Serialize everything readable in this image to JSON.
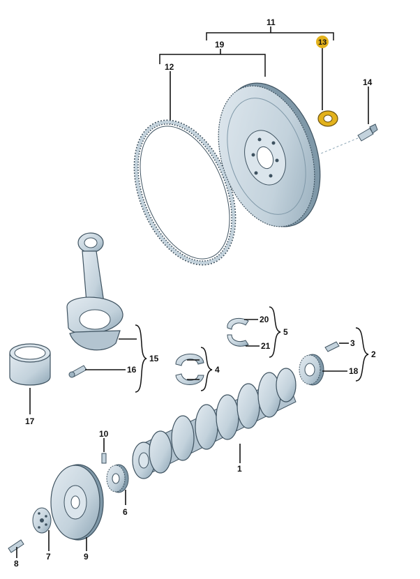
{
  "colors": {
    "part_fill": "#c3d2dc",
    "part_light": "#e2eaf0",
    "part_dark": "#7f98a8",
    "outline": "#3e5260",
    "highlight": "#e3b21c"
  },
  "labels": {
    "l1": "1",
    "l2": "2",
    "l3": "3",
    "l4": "4",
    "l5": "5",
    "l6": "6",
    "l7": "7",
    "l8": "8",
    "l9": "9",
    "l10": "10",
    "l11": "11",
    "l12": "12",
    "l13": "13",
    "l14": "14",
    "l15": "15",
    "l16": "16",
    "l17": "17",
    "l18": "18",
    "l19": "19",
    "l20": "20",
    "l21": "21"
  }
}
